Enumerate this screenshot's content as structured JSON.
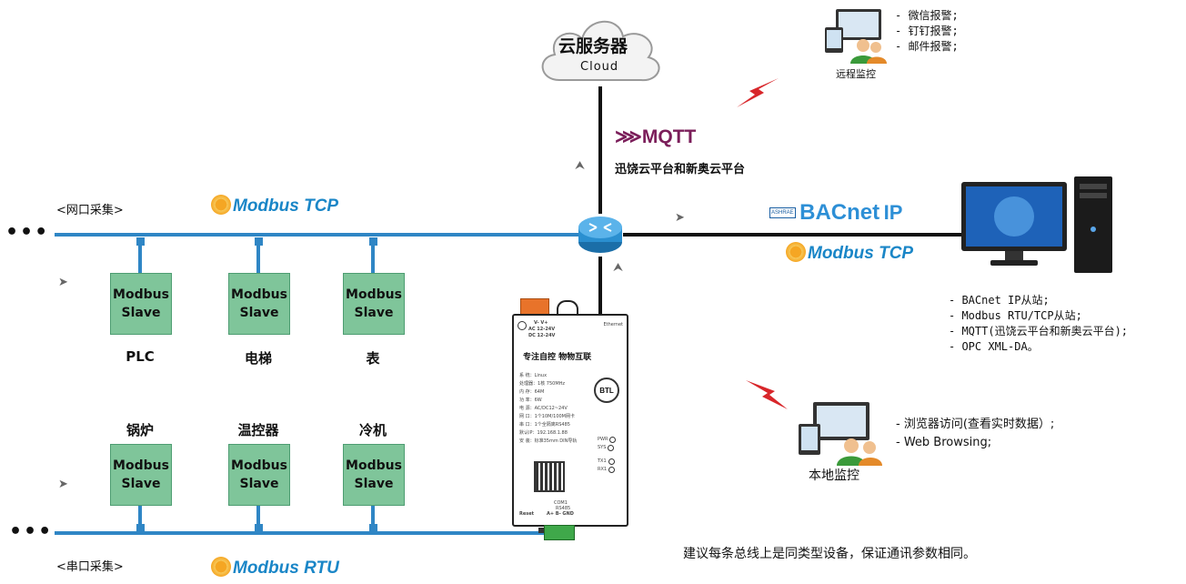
{
  "cloud": {
    "title": "云服务器",
    "subtitle": "Cloud"
  },
  "mqtt": {
    "logo": "MQTT",
    "platforms": "迅饶云平台和新奥云平台"
  },
  "remote": {
    "label": "远程监控",
    "alerts": [
      "- 微信报警;",
      "- 钉钉报警;",
      "- 邮件报警;"
    ]
  },
  "network_bus": {
    "label": "<网口采集>",
    "protocol": "Modbus TCP",
    "dots": "•••"
  },
  "serial_bus": {
    "label": "<串口采集>",
    "protocol": "Modbus RTU",
    "dots": "•••"
  },
  "slave_text": {
    "line1": "Modbus",
    "line2": "Slave"
  },
  "network_devices": [
    "PLC",
    "电梯",
    "表"
  ],
  "serial_devices": [
    "锅炉",
    "温控器",
    "冷机"
  ],
  "ip_side": {
    "bacnet": "BACnet",
    "bacnet_suffix": "IP",
    "ashrae": "ASHRAE",
    "modbus_tcp": "Modbus TCP",
    "features": [
      "- BACnet IP从站;",
      "- Modbus RTU/TCP从站;",
      "- MQTT(迅饶云平台和新奥云平台);",
      "- OPC XML-DA。"
    ]
  },
  "local": {
    "label": "本地监控",
    "features": [
      "- 浏览器访问(查看实时数据）;",
      "- Web Browsing;"
    ]
  },
  "gateway": {
    "power_label_1": "AC 12-24V",
    "power_label_2": "DC 12-24V",
    "terminals": "V-  V+",
    "ethernet": "Ethernet",
    "slogan": "专注自控 物物互联",
    "specs": [
      "系 统：Linux",
      "处理器：1核 750MHz",
      "内 存：64M",
      "功 率：6W",
      "电 源：AC/DC12~24V",
      "网 口：1个10M/100M网卡",
      "串 口：1个全隔离RS485",
      "默认IP：192.168.1.88",
      "安 装：标准35mm DIN导轨"
    ],
    "btl": "BTL",
    "leds": [
      "PWR",
      "SYS",
      "TX1",
      "RX1"
    ],
    "reset": "Reset",
    "com": "COM1",
    "rs485": "RS485",
    "com_pins": "A+  B-  GND"
  },
  "note": "建议每条总线上是同类型设备，保证通讯参数相同。",
  "arrow_glyph": "➤",
  "up_arrow_glyph": "⮝",
  "colors": {
    "bus": "#2f86c5",
    "slave": "#7fc59a",
    "mqtt": "#7b1e5a",
    "modbus": "#1a86c7",
    "bolt": "#d8262a"
  }
}
